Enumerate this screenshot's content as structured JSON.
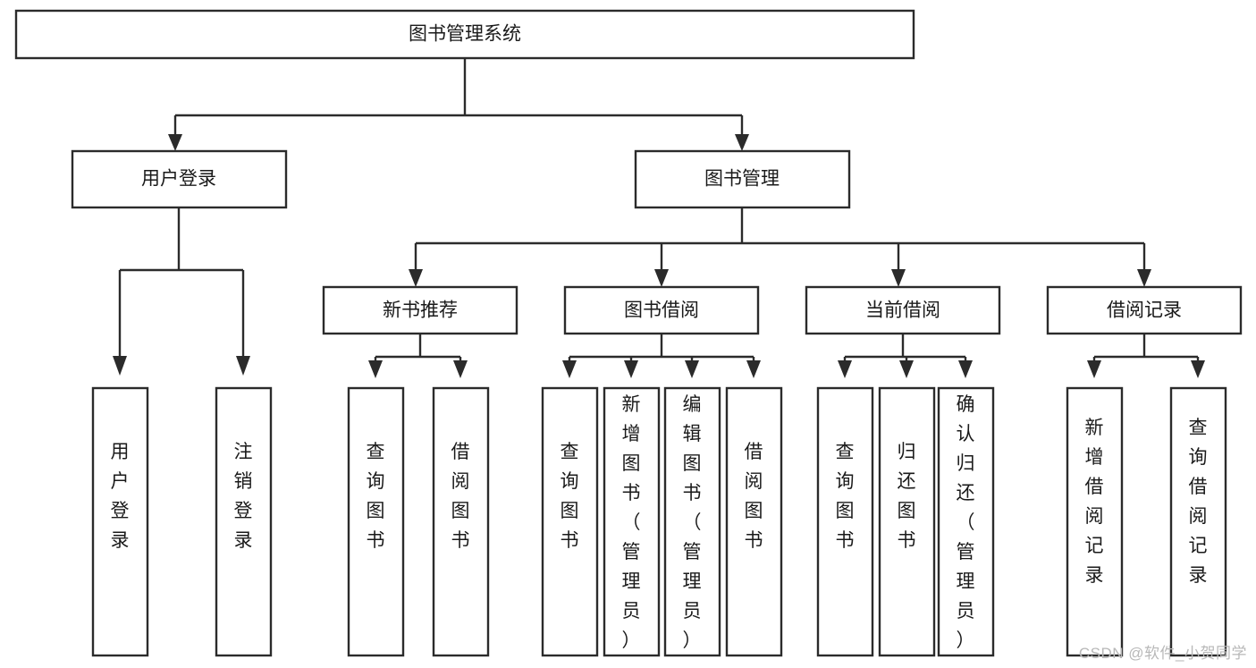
{
  "diagram": {
    "type": "tree-hierarchy",
    "title": "图书管理系统",
    "watermark": "CSDN @软件_小贺同学",
    "colors": {
      "stroke": "#2b2b2b",
      "fill": "#ffffff",
      "text": "#1a1a1a",
      "watermark": "#b8b8b8",
      "background": "#ffffff"
    },
    "levels": {
      "root": {
        "label": "图书管理系统"
      },
      "level2": [
        {
          "label": "用户登录"
        },
        {
          "label": "图书管理"
        }
      ],
      "level3": [
        {
          "label": "新书推荐"
        },
        {
          "label": "图书借阅"
        },
        {
          "label": "当前借阅"
        },
        {
          "label": "借阅记录"
        }
      ],
      "leaves": [
        {
          "label": "用户登录",
          "parent": "用户登录"
        },
        {
          "label": "注销登录",
          "parent": "用户登录"
        },
        {
          "label": "查询图书",
          "parent": "新书推荐"
        },
        {
          "label": "借阅图书",
          "parent": "新书推荐"
        },
        {
          "label": "查询图书",
          "parent": "图书借阅"
        },
        {
          "label": "新增图书（管理员）",
          "parent": "图书借阅"
        },
        {
          "label": "编辑图书（管理员）",
          "parent": "图书借阅"
        },
        {
          "label": "借阅图书",
          "parent": "图书借阅"
        },
        {
          "label": "查询图书",
          "parent": "当前借阅"
        },
        {
          "label": "归还图书",
          "parent": "当前借阅"
        },
        {
          "label": "确认归还（管理员）",
          "parent": "当前借阅"
        },
        {
          "label": "新增借阅记录",
          "parent": "借阅记录"
        },
        {
          "label": "查询借阅记录",
          "parent": "借阅记录"
        }
      ]
    }
  }
}
